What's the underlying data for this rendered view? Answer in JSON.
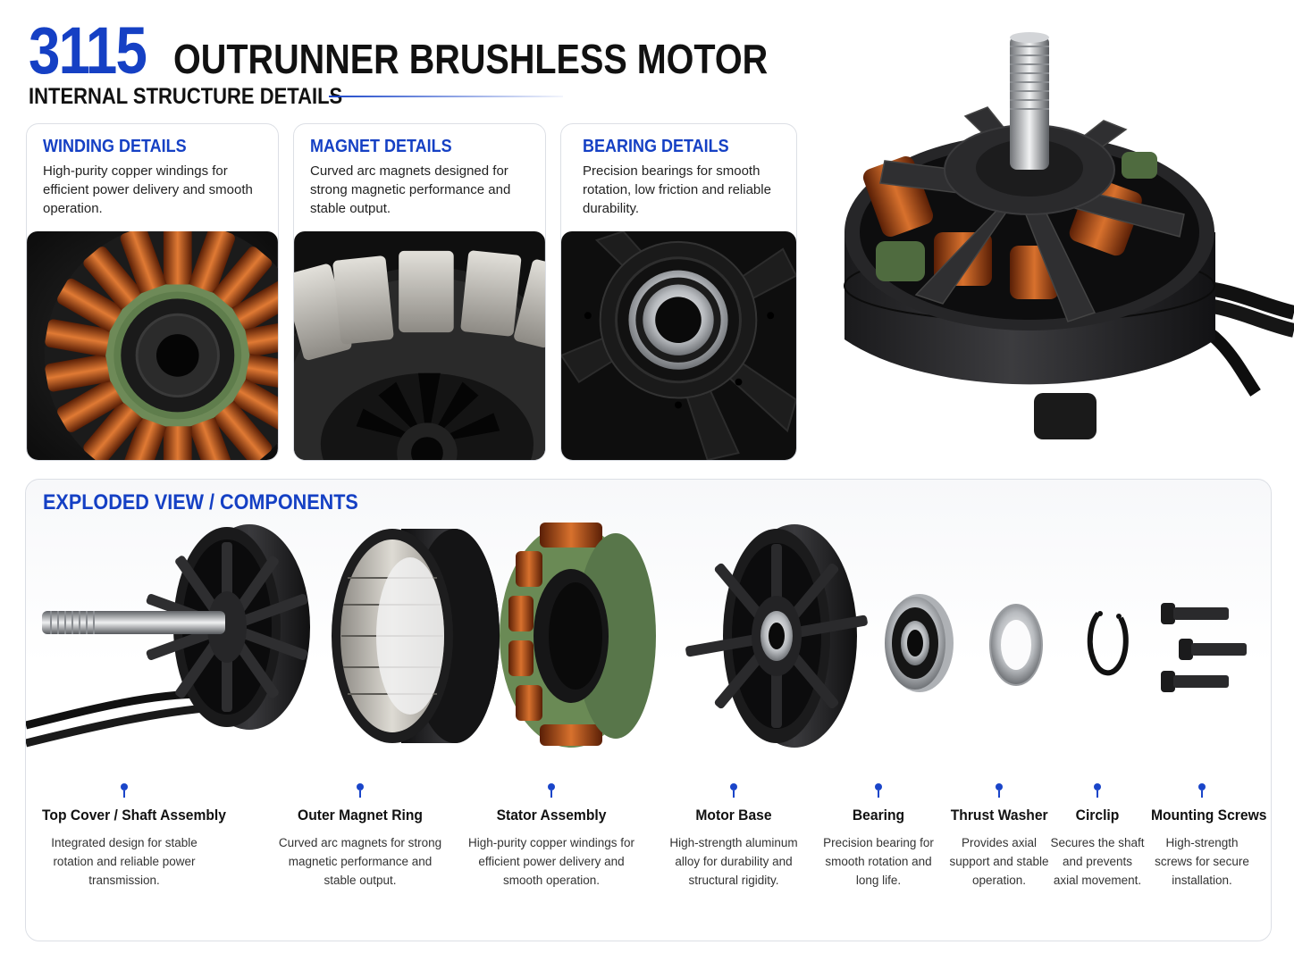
{
  "header": {
    "model": "3115",
    "title": "OUTRUNNER BRUSHLESS MOTOR",
    "subtitle": "INTERNAL STRUCTURE DETAILS"
  },
  "details": [
    {
      "title": "WINDING DETAILS",
      "text": "High-purity copper windings for efficient power delivery and smooth operation."
    },
    {
      "title": "MAGNET DETAILS",
      "text": "Curved arc magnets designed for strong magnetic performance and stable output."
    },
    {
      "title": "BEARING DETAILS",
      "text": "Precision bearings for smooth rotation, low friction and reliable durability."
    }
  ],
  "exploded": {
    "title": "EXPLODED VIEW / COMPONENTS",
    "components": [
      {
        "name": "Top Cover / Shaft Assembly",
        "desc": "Integrated design for stable rotation and reliable power transmission."
      },
      {
        "name": "Outer Magnet Ring",
        "desc": "Curved arc magnets for strong magnetic performance and stable output."
      },
      {
        "name": "Stator Assembly",
        "desc": "High-purity copper windings for efficient power delivery and smooth operation."
      },
      {
        "name": "Motor Base",
        "desc": "High-strength aluminum alloy for durability and structural rigidity."
      },
      {
        "name": "Bearing",
        "desc": "Precision bearing for smooth rotation and long life."
      },
      {
        "name": "Thrust Washer",
        "desc": "Provides axial support and stable operation."
      },
      {
        "name": "Circlip",
        "desc": "Secures the shaft and prevents axial movement."
      },
      {
        "name": "Mounting Screws",
        "desc": "High-strength screws for secure installation."
      }
    ]
  },
  "colors": {
    "accent": "#1540c4",
    "copper": "#b8531c",
    "insulation": "#5b7a4a",
    "metal": "#1d1d1f"
  }
}
